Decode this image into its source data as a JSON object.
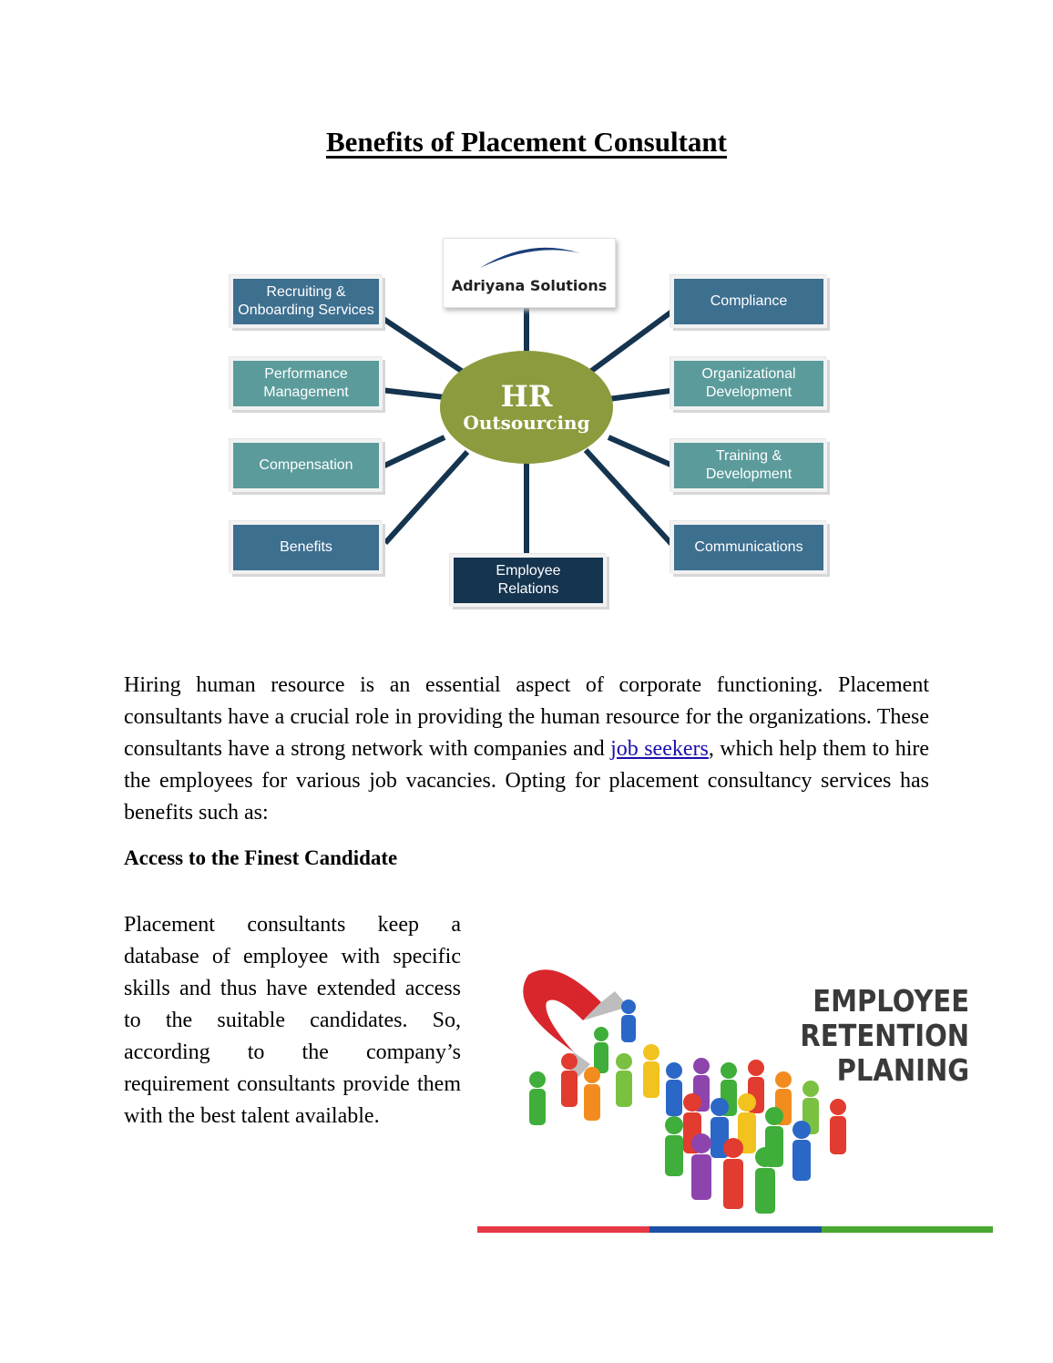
{
  "title": "Benefits of Placement Consultant",
  "diagram": {
    "logo_text": "Adriyana Solutions",
    "hub_title": "HR",
    "hub_subtitle": "Outsourcing",
    "boxes": {
      "recruiting": "Recruiting &\nOnboarding Services",
      "performance": "Performance\nManagement",
      "compensation": "Compensation",
      "benefits": "Benefits",
      "employee_relations": "Employee\nRelations",
      "compliance": "Compliance",
      "organizational": "Organizational\nDevelopment",
      "training": "Training &\nDevelopment",
      "communications": "Communications"
    },
    "colors": {
      "blue": "#3d6f8f",
      "teal": "#5b9b9b",
      "navy": "#15344f",
      "hub": "#8c9b3d"
    }
  },
  "intro": {
    "part1": "Hiring human resource is an essential aspect of corporate functioning. Placement consultants have a crucial role in providing the human resource for the organizations. These consultants have a strong network with companies and ",
    "link": "job seekers",
    "part2": ", which help them to hire the employees for various job vacancies. Opting for placement consultancy services has benefits such as:"
  },
  "section": {
    "heading": "Access to the Finest Candidate",
    "body": "Placement consultants keep a database of employee with specific skills and thus have extended access to the suitable candidates. So, according to the company’s requirement consultants provide them with the best talent available."
  },
  "retention_image": {
    "line1": "EMPLOYEE",
    "line2": "RETENTION",
    "line3": "PLANING"
  },
  "rule_colors": [
    "#e63946",
    "#1d4fa6",
    "#4aa832"
  ]
}
